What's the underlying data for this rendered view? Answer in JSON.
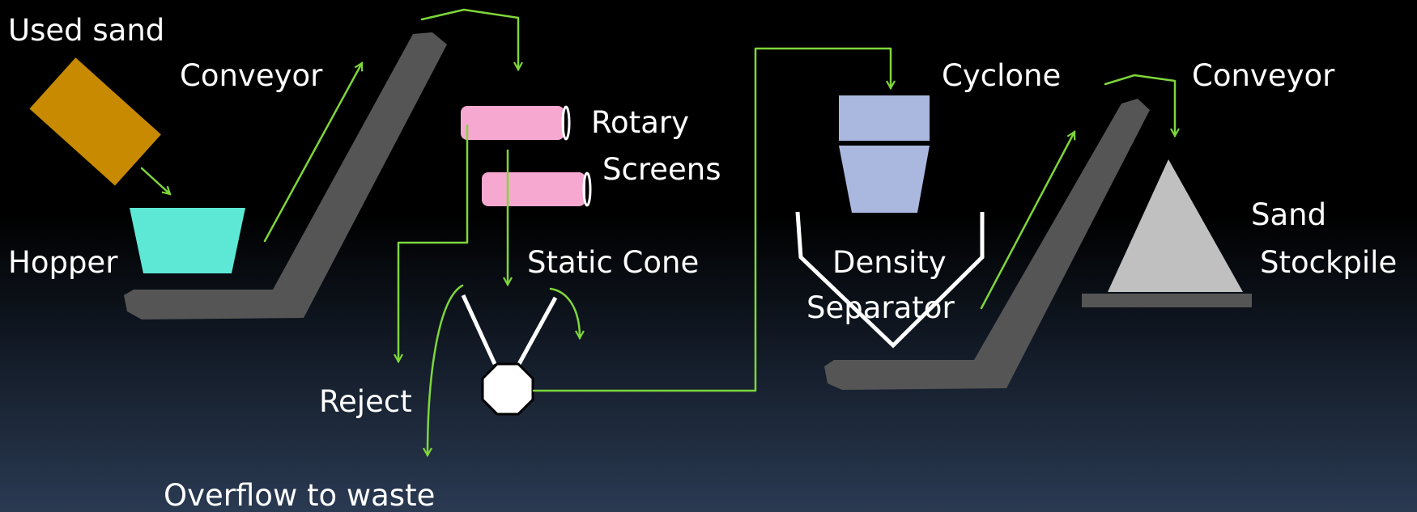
{
  "labels": {
    "used_sand": "Used sand",
    "conveyor_1": "Conveyor",
    "hopper": "Hopper",
    "rotary": "Rotary",
    "screens": "Screens",
    "static_cone": "Static Cone",
    "reject": "Reject",
    "overflow": "Overflow to waste",
    "cyclone": "Cyclone",
    "density": "Density",
    "separator": "Separator",
    "conveyor_2": "Conveyor",
    "sand": "Sand",
    "stockpile": "Stockpile"
  },
  "colors": {
    "arrow": "#7ed63a",
    "used_sand_block": "#c88a00",
    "hopper": "#5de8d6",
    "conveyor": "#555555",
    "rotary_screen": "#f7a8d0",
    "cyclone": "#aab8e0",
    "stockpile": "#c0c0c0",
    "stockpile_base": "#555555",
    "outline": "#ffffff"
  }
}
